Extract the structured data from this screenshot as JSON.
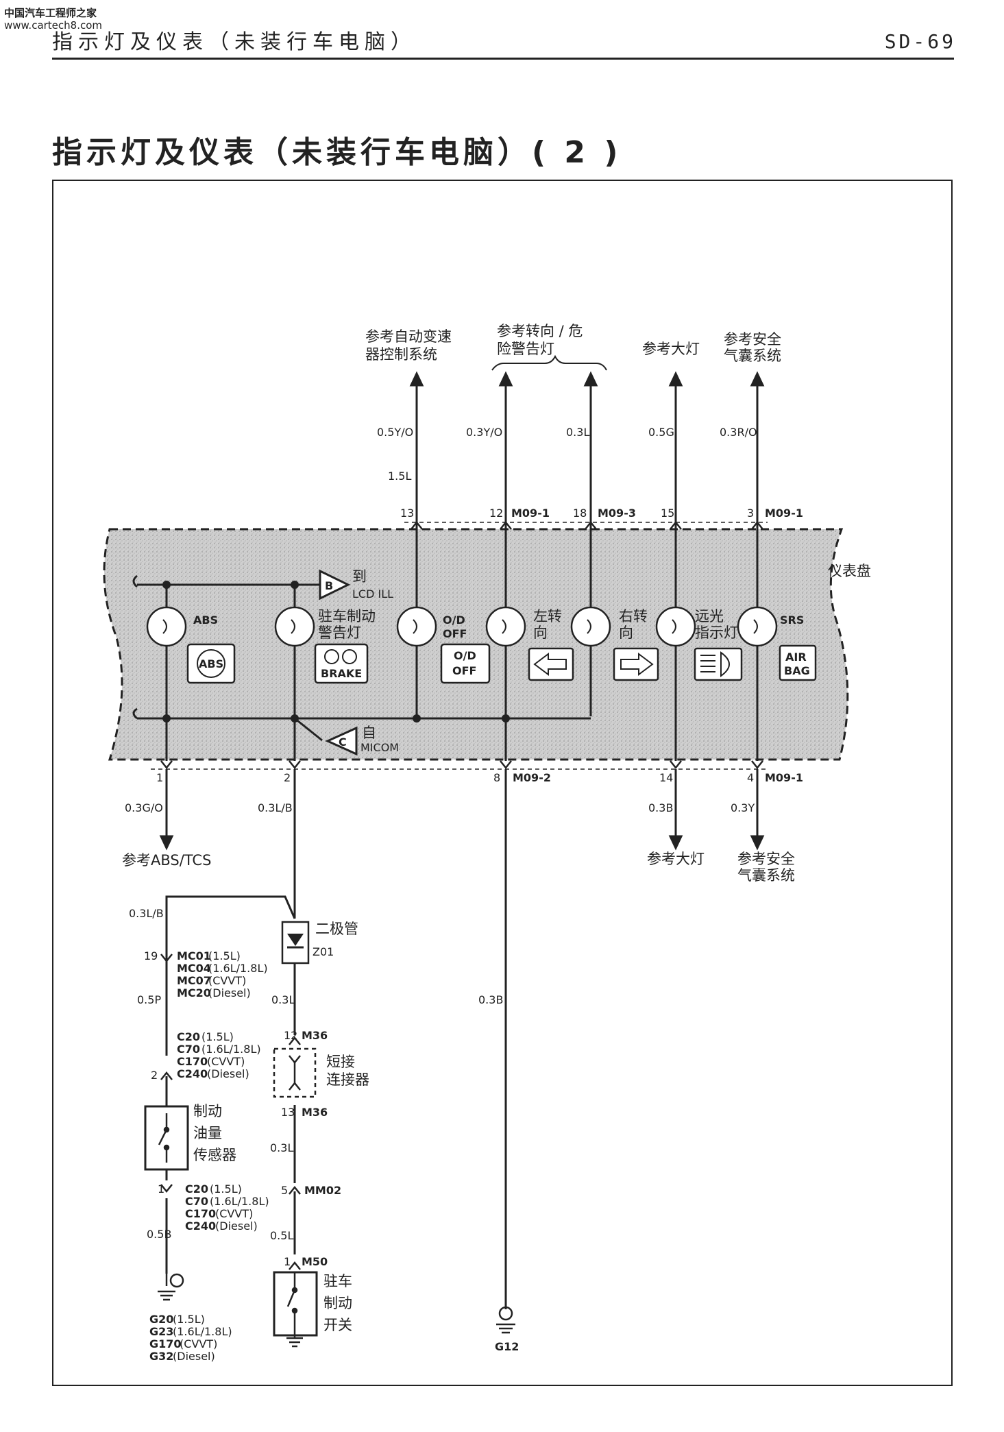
{
  "watermark": {
    "line1": "中国汽车工程师之家",
    "line2": "www.cartech8.com"
  },
  "header": {
    "title": "指示灯及仪表（未装行车电脑）",
    "code": "SD-69"
  },
  "main_title": "指示灯及仪表（未装行车电脑）( 2 )",
  "top_refs": {
    "at": "参考自动变速器控制系统",
    "at_l1": "参考自动变速",
    "at_l2": "器控制系统",
    "turn_l1": "参考转向 / 危",
    "turn_l2": "险警告灯",
    "head": "参考大灯",
    "srs_l1": "参考安全",
    "srs_l2": "气囊系统"
  },
  "top_wires": {
    "w1": "0.5Y/O",
    "w1b": "1.5L",
    "w2": "0.3Y/O",
    "w3": "0.3L",
    "w4": "0.5G",
    "w5": "0.3R/O"
  },
  "top_pins": {
    "p1": "13",
    "p2": "12",
    "p2c": "M09-1",
    "p3": "18",
    "p3c": "M09-3",
    "p4": "15",
    "p5": "3",
    "p5c": "M09-1"
  },
  "cluster": {
    "label": "仪表盘",
    "to_lcd": "到",
    "lcd": "LCD ILL",
    "b": "B",
    "c": "C",
    "from": "自",
    "micom": "MICOM",
    "abs": "ABS",
    "park1": "驻车制动",
    "park2": "警告灯",
    "od1": "O/D",
    "od2": "OFF",
    "lt1": "左转",
    "lt2": "向",
    "rt1": "右转",
    "rt2": "向",
    "hb1": "远光",
    "hb2": "指示灯",
    "srs": "SRS",
    "icon_abs": "ABS",
    "icon_brake": "BRAKE",
    "icon_od1": "O/D",
    "icon_od2": "OFF",
    "icon_air1": "AIR",
    "icon_air2": "BAG"
  },
  "bottom_pins": {
    "p1": "1",
    "p2": "2",
    "p3": "8",
    "p3c": "M09-2",
    "p4": "14",
    "p5": "4",
    "p5c": "M09-1"
  },
  "bottom_wires": {
    "w1": "0.3G/O",
    "w2": "0.3L/B",
    "w4": "0.3B",
    "w5": "0.3Y"
  },
  "bottom_refs": {
    "abs": "参考ABS/TCS",
    "head": "参考大灯",
    "srs_l1": "参考安全",
    "srs_l2": "气囊系统"
  },
  "lower": {
    "w_lb": "0.3L/B",
    "diode1": "二极管",
    "diode2": "Z01",
    "pin19": "19",
    "mc01": "MC01",
    "mc01s": "(1.5L)",
    "mc04": "MC04",
    "mc04s": "(1.6L/1.8L)",
    "mc07": "MC07",
    "mc07s": "(CVVT)",
    "mc20": "MC20",
    "mc20s": "(Diesel)",
    "w_p": "0.5P",
    "w_3l_a": "0.3L",
    "w_3b": "0.3B",
    "pin12": "12",
    "m36a": "M36",
    "c20": "C20",
    "c20s": "(1.5L)",
    "c70": "C70",
    "c70s": "(1.6L/1.8L)",
    "c170": "C170",
    "c170s": "(CVVT)",
    "c240": "C240",
    "c240s": "(Diesel)",
    "pin2": "2",
    "short1": "短接",
    "short2": "连接器",
    "pin13": "13",
    "m36b": "M36",
    "sensor1": "制动",
    "sensor2": "油量",
    "sensor3": "传感器",
    "w_3l_b": "0.3L",
    "pin1": "1",
    "pin5": "5",
    "mm02": "MM02",
    "w_5b": "0.5B",
    "w_5l": "0.5L",
    "pin1b": "1",
    "m50": "M50",
    "park_sw1": "驻车",
    "park_sw2": "制动",
    "park_sw3": "开关",
    "g20": "G20",
    "g20s": "(1.5L)",
    "g23": "G23",
    "g23s": "(1.6L/1.8L)",
    "g170": "G170",
    "g170s": "(CVVT)",
    "g32": "G32",
    "g32s": "(Diesel)",
    "g12": "G12"
  }
}
